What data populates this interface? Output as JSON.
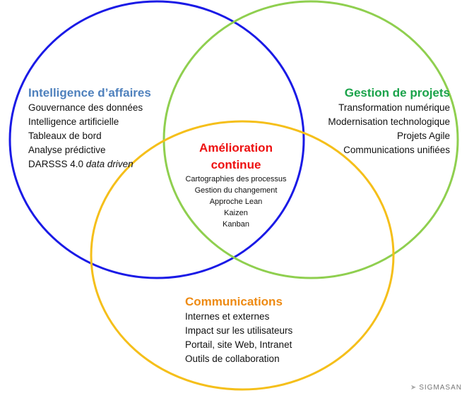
{
  "colors": {
    "blue_circle": "#1a1ae6",
    "green_circle": "#8fcf4f",
    "yellow_circle": "#f5bf1a",
    "bi_title": "#4f81bd",
    "pm_title": "#1aa34a",
    "ci_title": "#ee1111",
    "comm_title": "#ee8a12"
  },
  "business_intelligence": {
    "title": "Intelligence d’affaires",
    "items": [
      "Gouvernance des données",
      "Intelligence artificielle",
      "Tableaux de bord",
      "Analyse prédictive"
    ],
    "last_item_prefix": "DARSSS 4.0 ",
    "last_item_italic": "data driven"
  },
  "project_management": {
    "title": "Gestion de projets",
    "items": [
      "Transformation numérique",
      "Modernisation technologique",
      "Projets Agile",
      "Communications unifiées"
    ]
  },
  "continuous_improvement": {
    "title_line1": "Amélioration",
    "title_line2": "continue",
    "items": [
      "Cartographies des processus",
      "Gestion du changement",
      "Approche Lean",
      "Kaizen",
      "Kanban"
    ]
  },
  "communications": {
    "title": "Communications",
    "items": [
      "Internes et externes",
      "Impact sur les utilisateurs",
      "Portail, site Web, Intranet",
      "Outils de collaboration"
    ]
  },
  "brand": {
    "icon": "arrow-icon",
    "text": "SIGMASAN"
  }
}
